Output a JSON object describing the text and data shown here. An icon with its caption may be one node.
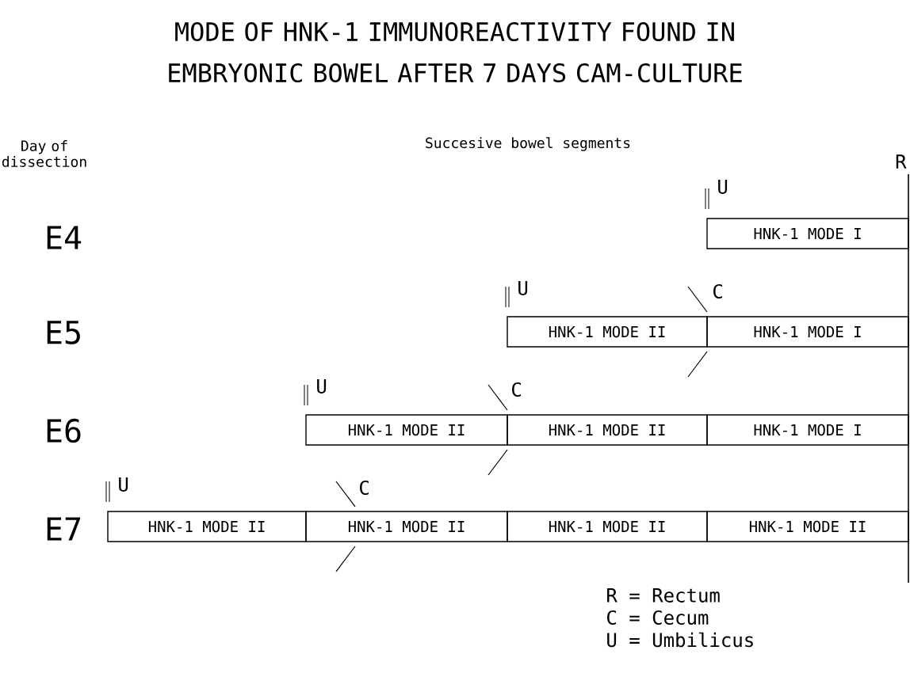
{
  "diagram": {
    "title": "MODE OF HNK-1 IMMUNOREACTIVITY FOUND IN EMBRYONIC BOWEL AFTER 7 DAYS CAM-CULTURE",
    "nodes": [
      {
        "text": [
          "HNK-1 MODE I"
        ]
      },
      {
        "text": [
          "HNK-1 MODE II"
        ]
      },
      {
        "text": [
          "HNK-1 MODE I"
        ]
      },
      {
        "text": [
          "HNK-1 MODE II"
        ]
      },
      {
        "text": [
          "HNK-1 MODE II"
        ]
      },
      {
        "text": [
          "HNK-1 MODE I"
        ]
      },
      {
        "text": [
          "HNK-1 MODE II"
        ]
      },
      {
        "text": [
          "HNK-1 MODE II"
        ]
      },
      {
        "text": [
          "HNK-1 MODE II"
        ]
      },
      {
        "text": [
          "HNK-1 MODE II"
        ]
      }
    ],
    "labels": [
      "Day of dissection",
      "Succesive bowel segments",
      "R",
      "U",
      "E4",
      "U",
      "C",
      "E5",
      "U",
      "C",
      "E6",
      "U",
      "C",
      "E7",
      "R = Rectum",
      "C = Cecum",
      "U = Umbilicus"
    ]
  }
}
